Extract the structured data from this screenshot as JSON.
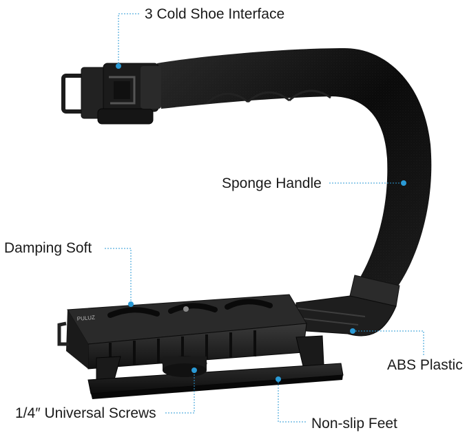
{
  "labels": {
    "cold_shoe": "3 Cold Shoe Interface",
    "sponge_handle": "Sponge Handle",
    "damping_soft": "Damping Soft",
    "abs_plastic": "ABS Plastic",
    "universal_screws": "1/4″ Universal Screws",
    "non_slip_feet": "Non-slip Feet"
  },
  "product_marking": "PULUZ",
  "colors": {
    "callout": "#2a9ad6",
    "body": "#1b1b1b",
    "foam": "#0d0d0d",
    "text": "#1a1a1a"
  }
}
